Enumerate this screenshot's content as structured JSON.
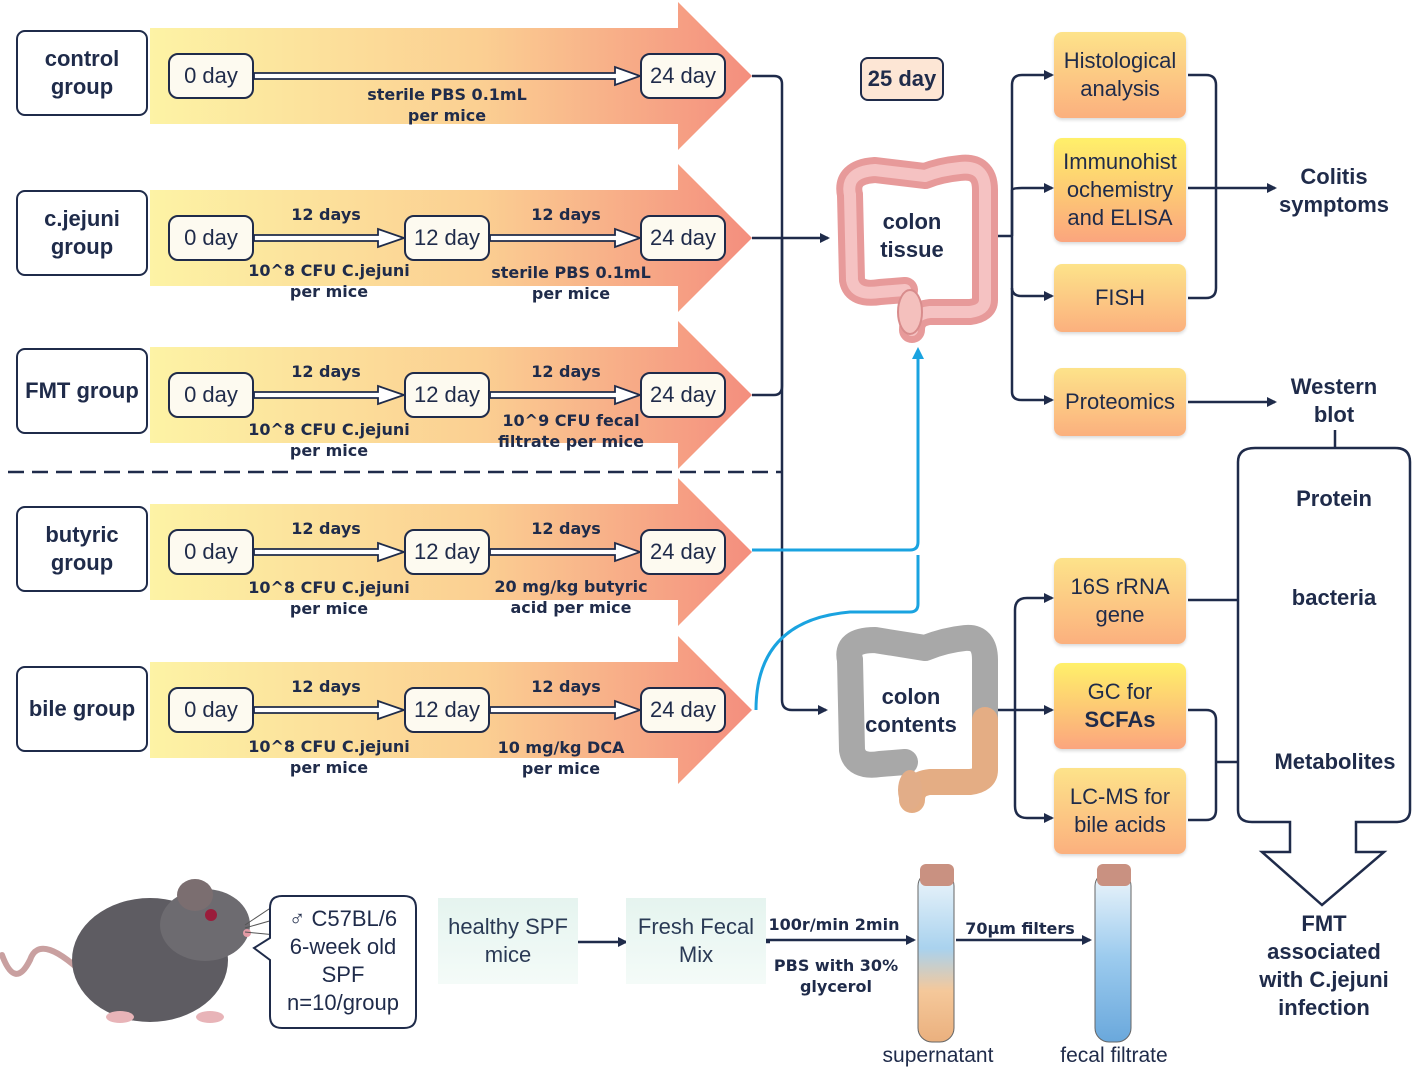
{
  "groups": [
    {
      "name": "control\ngroup"
    },
    {
      "name": "c.jejuni\ngroup"
    },
    {
      "name": "FMT group"
    },
    {
      "name": "butyric\ngroup"
    },
    {
      "name": "bile group"
    }
  ],
  "days": {
    "d0": "0 day",
    "d12": "12 day",
    "d24": "24 day",
    "d25": "25 day",
    "period": "12 days"
  },
  "treatments": {
    "control": "sterile PBS 0.1mL\nper mice",
    "cjejuni_infection": "10^8  CFU C.jejuni\nper mice",
    "cjejuni_pbs": "sterile PBS 0.1mL\nper mice",
    "fmt_infection": "10^8  CFU C.jejuni\nper mice",
    "fmt_filtrate": "10^9 CFU fecal\nfiltrate per mice",
    "butyric_infection": "10^8  CFU  C.jejuni\nper mice",
    "butyric_treatment": "20 mg/kg butyric\nacid per mice",
    "bile_infection": "10^8  CFU  C.jejuni\nper mice",
    "bile_treatment": "10 mg/kg DCA\nper mice"
  },
  "samples": {
    "colon_tissue": "colon\ntissue",
    "colon_contents": "colon\ncontents"
  },
  "analyses": {
    "histological": "Histological\nanalysis",
    "immuno": "Immunohist\nochemistry\nand ELISA",
    "fish": "FISH",
    "proteomics": "Proteomics",
    "rrna": "16S rRNA\ngene",
    "gc_line1": "GC for",
    "gc_line2": "SCFAs",
    "lcms": "LC-MS for\nbile acids"
  },
  "outcomes": {
    "colitis": "Colitis\nsymptoms",
    "western": "Western\nblot",
    "protein": "Protein",
    "bacteria": "bacteria",
    "metabolites": "Metabolites",
    "conclusion": "FMT\nassociated\nwith C.jejuni\ninfection"
  },
  "mouse_info": "♂ C57BL/6\n6-week old\nSPF\nn=10/group",
  "fmt_prep": {
    "healthy": "healthy SPF\nmice",
    "fecal_mix": "Fresh Fecal\nMix",
    "centrifuge": "100r/min 2min",
    "glycerol": "PBS with 30%\nglycerol",
    "filters": "70μm filters",
    "supernatant": "supernatant",
    "filtrate": "fecal filtrate"
  },
  "colors": {
    "navy": "#1f2b4a",
    "blue_line": "#1aa3e0",
    "arrow_start": "#fdf0a0",
    "arrow_end": "#f48f7f"
  }
}
